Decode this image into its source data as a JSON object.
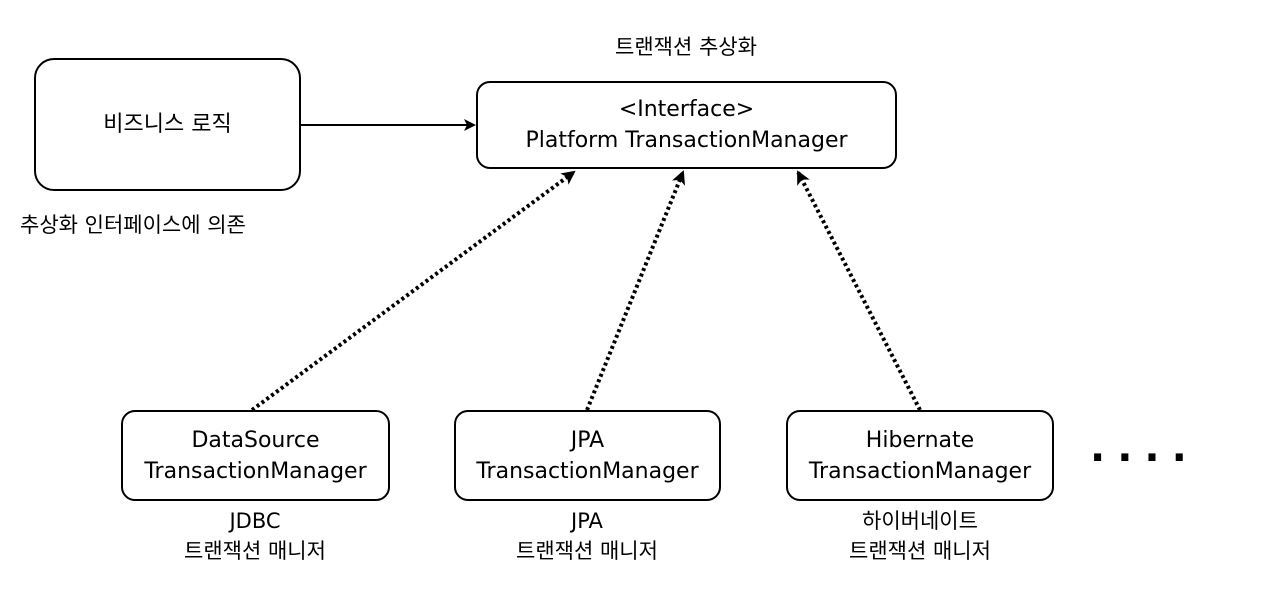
{
  "business_logic": {
    "label": "비즈니스 로직",
    "note": "추상화 인터페이스에 의존"
  },
  "abstraction": {
    "caption": "트랜잭션 추상화",
    "stereotype": "<Interface>",
    "name": "Platform TransactionManager"
  },
  "implementations": [
    {
      "line1": "DataSource",
      "line2": "TransactionManager",
      "caption1": "JDBC",
      "caption2": "트랜잭션 매니저"
    },
    {
      "line1": "JPA",
      "line2": "TransactionManager",
      "caption1": "JPA",
      "caption2": "트랜잭션 매니저"
    },
    {
      "line1": "Hibernate",
      "line2": "TransactionManager",
      "caption1": "하이버네이트",
      "caption2": "트랜잭션 매니저"
    }
  ],
  "ellipsis": "....",
  "colors": {
    "stroke": "#000000",
    "background": "#ffffff"
  }
}
